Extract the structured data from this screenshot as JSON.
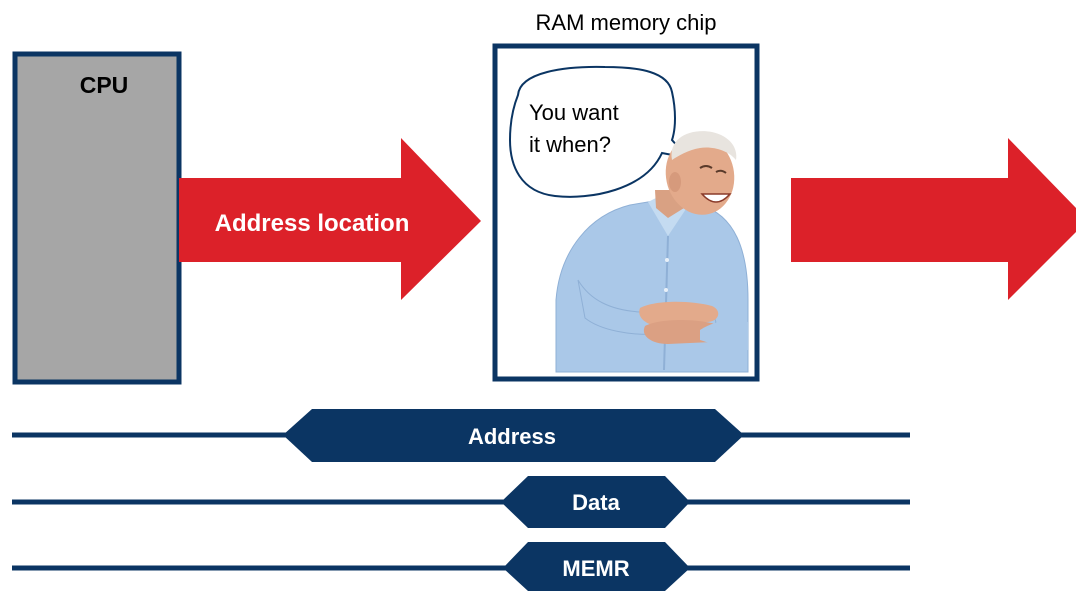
{
  "cpu": {
    "label": "CPU"
  },
  "arrow_in": {
    "label": "Address location"
  },
  "ram": {
    "caption": "RAM memory chip",
    "speech_line1": "You want",
    "speech_line2": "it when?"
  },
  "buses": [
    {
      "label": "Address"
    },
    {
      "label": "Data"
    },
    {
      "label": "MEMR"
    }
  ],
  "colors": {
    "navy": "#0b3563",
    "red": "#dc2129",
    "cpu_fill": "#a6a6a6",
    "white": "#ffffff"
  }
}
